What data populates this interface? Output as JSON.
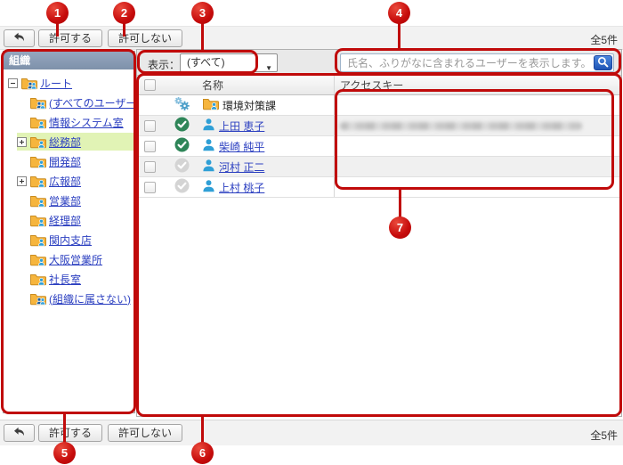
{
  "callouts": {
    "c1": "1",
    "c2": "2",
    "c3": "3",
    "c4": "4",
    "c5": "5",
    "c6": "6",
    "c7": "7"
  },
  "toolbar_top": {
    "allow_label": "許可する",
    "deny_label": "許可しない",
    "count": "全5件"
  },
  "toolbar_bottom": {
    "allow_label": "許可する",
    "deny_label": "許可しない",
    "count": "全5件"
  },
  "sidebar": {
    "title": "組織",
    "items": [
      {
        "label": "ルート",
        "icon": "org-folder-users",
        "expander": "minus",
        "level": 0
      },
      {
        "label": "(すべてのユーザー)",
        "icon": "org-folder-users",
        "expander": "none",
        "level": 1
      },
      {
        "label": "情報システム室",
        "icon": "org-folder-user",
        "expander": "none",
        "level": 1
      },
      {
        "label": "総務部",
        "icon": "org-folder-user",
        "expander": "plus",
        "level": 1,
        "selected": true
      },
      {
        "label": "開発部",
        "icon": "org-folder-user",
        "expander": "none",
        "level": 1
      },
      {
        "label": "広報部",
        "icon": "org-folder-user",
        "expander": "plus",
        "level": 1
      },
      {
        "label": "営業部",
        "icon": "org-folder-user",
        "expander": "none",
        "level": 1
      },
      {
        "label": "経理部",
        "icon": "org-folder-user",
        "expander": "none",
        "level": 1
      },
      {
        "label": "関内支店",
        "icon": "org-folder-user",
        "expander": "none",
        "level": 1
      },
      {
        "label": "大阪営業所",
        "icon": "org-folder-user",
        "expander": "none",
        "level": 1
      },
      {
        "label": "社長室",
        "icon": "org-folder-user",
        "expander": "none",
        "level": 1
      },
      {
        "label": "(組織に属さない)",
        "icon": "org-folder-users",
        "expander": "none",
        "level": 1
      }
    ]
  },
  "filter": {
    "label": "表示：",
    "value": "(すべて)",
    "caret": "▼"
  },
  "search": {
    "placeholder": "氏名、ふりがなに含まれるユーザーを表示します。"
  },
  "table": {
    "header_name": "名称",
    "header_access_key": "アクセスキー",
    "rows": [
      {
        "name": "環境対策課",
        "type": "group",
        "status": "operation-admin-gears",
        "checkbox": false,
        "access_key": ""
      },
      {
        "name": "上田 恵子",
        "type": "user",
        "status": "granted-green",
        "checkbox": true,
        "access_key": "",
        "access_key_redacted": true
      },
      {
        "name": "柴崎 純平",
        "type": "user",
        "status": "granted-green",
        "checkbox": true,
        "access_key": ""
      },
      {
        "name": "河村 正二",
        "type": "user",
        "status": "not-granted-gray",
        "checkbox": true,
        "access_key": ""
      },
      {
        "name": "上村 桃子",
        "type": "user",
        "status": "not-granted-gray",
        "checkbox": true,
        "access_key": ""
      }
    ]
  },
  "colors": {
    "annotation_red": "#c00a0a",
    "link_blue": "#2b3fc0",
    "selected_tree_green": "#e1f3b5",
    "tree_header_slate": "#8496ad",
    "granted_green": "#2e8558",
    "not_granted_gray": "#d4d4d4",
    "search_button_blue": "#2a66cf",
    "alt_row_gray": "#f0f0f0"
  }
}
